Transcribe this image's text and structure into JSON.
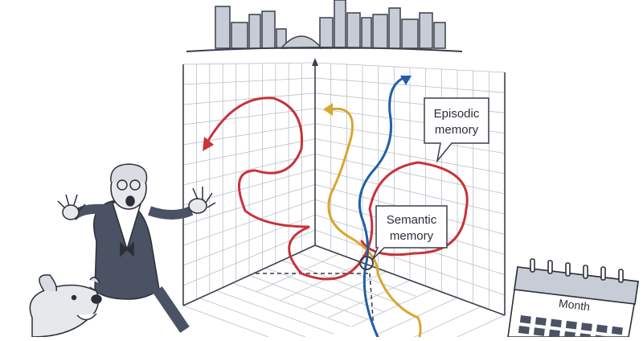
{
  "callouts": {
    "episodic": {
      "line1": "Episodic",
      "line2": "memory"
    },
    "semantic": {
      "line1": "Semantic",
      "line2": "memory"
    }
  },
  "calendar": {
    "month_label": "Month"
  },
  "colors": {
    "episodic": "#c8323a",
    "semantic_yellow": "#d9a62e",
    "semantic_blue": "#1f5fa8",
    "grid": "#b9bfc9",
    "outline": "#3a3f4a",
    "building": "#c7ccd6",
    "figure": "#4a5263"
  }
}
